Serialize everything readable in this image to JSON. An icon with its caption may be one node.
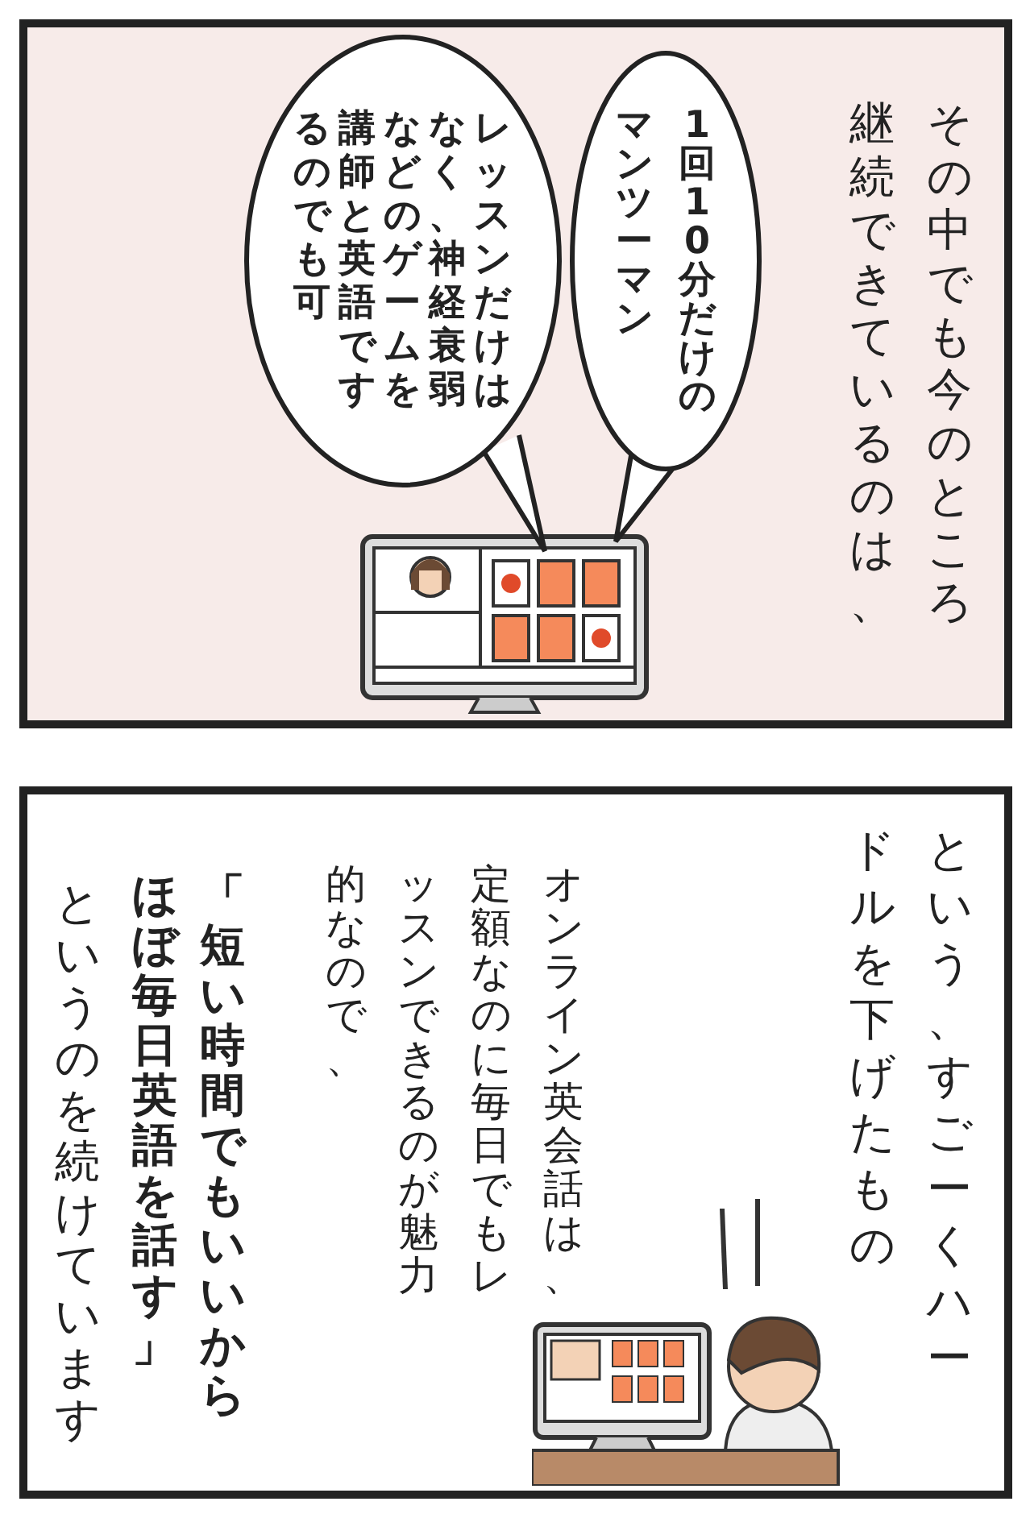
{
  "diagram": {
    "nodes": [
      {
        "text": [
          "1回10分だけのマンツーマン"
        ]
      },
      {
        "text": [
          "レッスンだけはなく、神経衰弱などのゲームを講師と英語でするのでも可"
        ]
      }
    ],
    "labels": [
      "その中でも今のところ継続できているのは、",
      "という、すごーくハードルを下げたもの",
      "オンライン英会話は、定額なのに毎日でもレッスンできるのが魅力的なので、",
      "「短い時間でもいいからほぼ毎日英語を話す」",
      "というのを続けています"
    ]
  }
}
